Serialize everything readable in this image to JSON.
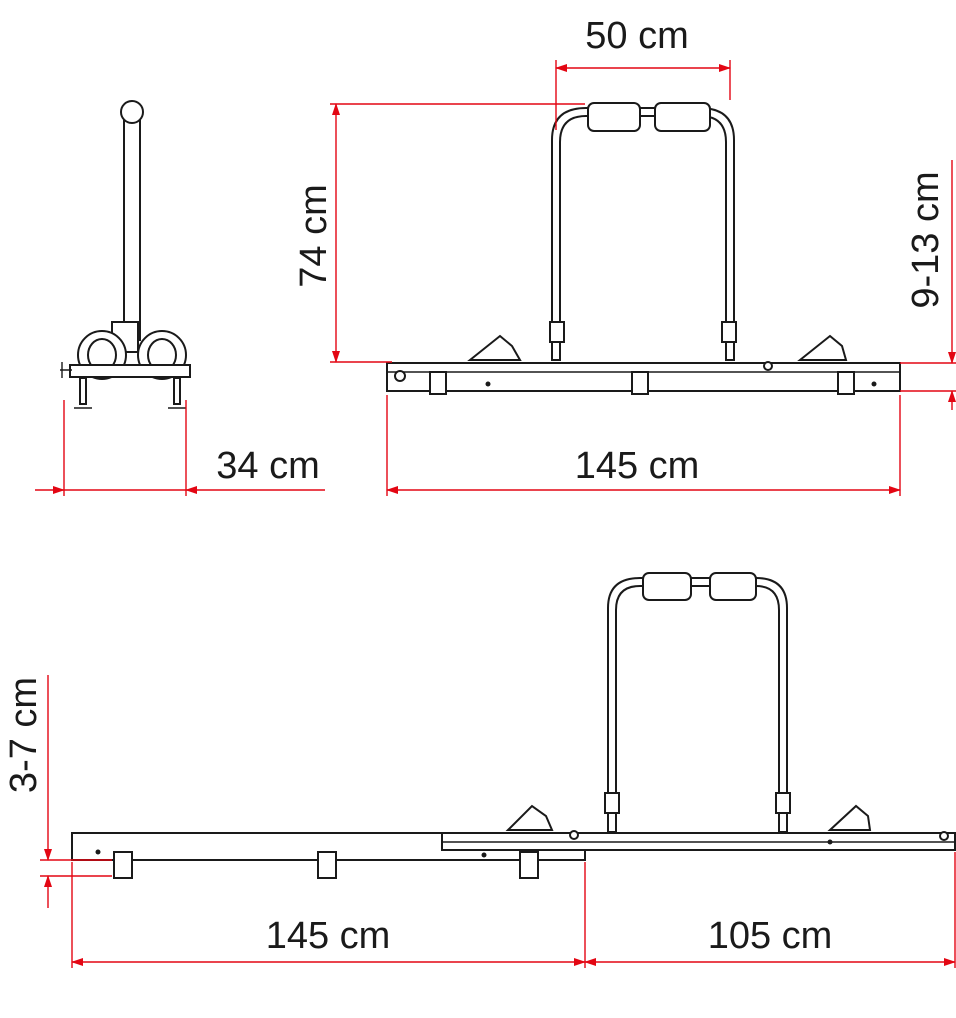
{
  "colors": {
    "dimension": "#e30613",
    "ink": "#1a1a1a"
  },
  "labels": {
    "top_width": "50 cm",
    "height": "74 cm",
    "rail_clearance": "9-13 cm",
    "side_depth": "34 cm",
    "rail_length_top": "145 cm",
    "bottom_clearance": "3-7 cm",
    "rail_length_bottom": "145 cm",
    "extension_length": "105 cm"
  }
}
